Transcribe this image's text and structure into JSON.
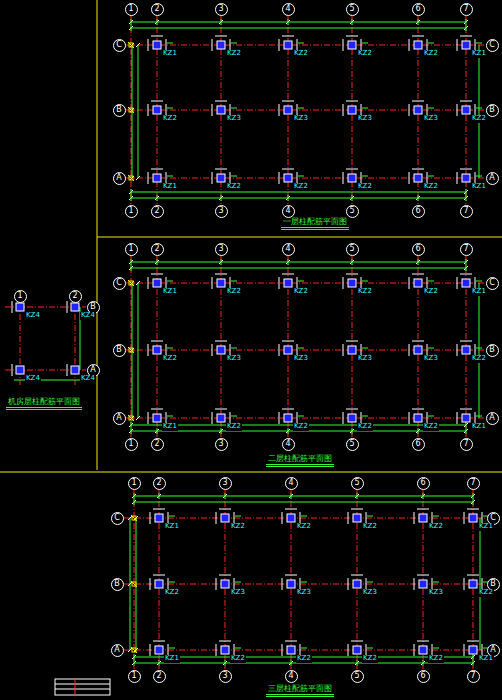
{
  "diagram": {
    "nodes": [
      {
        "text": [
          "1"
        ]
      },
      {
        "text": [
          "2"
        ]
      },
      {
        "text": [
          "3"
        ]
      },
      {
        "text": [
          "4"
        ]
      },
      {
        "text": [
          "5"
        ]
      },
      {
        "text": [
          "6"
        ]
      },
      {
        "text": [
          "7"
        ]
      },
      {
        "text": [
          "C"
        ]
      },
      {
        "text": [
          "C"
        ]
      },
      {
        "text": [
          "B"
        ]
      },
      {
        "text": [
          "B"
        ]
      },
      {
        "text": [
          "A"
        ]
      },
      {
        "text": [
          "A"
        ]
      },
      {
        "text": [
          "1"
        ]
      },
      {
        "text": [
          "2"
        ]
      },
      {
        "text": [
          "3"
        ]
      },
      {
        "text": [
          "4"
        ]
      },
      {
        "text": [
          "5"
        ]
      },
      {
        "text": [
          "6"
        ]
      },
      {
        "text": [
          "7"
        ]
      },
      {
        "text": [
          "1"
        ]
      },
      {
        "text": [
          "2"
        ]
      },
      {
        "text": [
          "3"
        ]
      },
      {
        "text": [
          "4"
        ]
      },
      {
        "text": [
          "5"
        ]
      },
      {
        "text": [
          "6"
        ]
      },
      {
        "text": [
          "7"
        ]
      },
      {
        "text": [
          "C"
        ]
      },
      {
        "text": [
          "C"
        ]
      },
      {
        "text": [
          "B"
        ]
      },
      {
        "text": [
          "B"
        ]
      },
      {
        "text": [
          "A"
        ]
      },
      {
        "text": [
          "A"
        ]
      },
      {
        "text": [
          "1"
        ]
      },
      {
        "text": [
          "2"
        ]
      },
      {
        "text": [
          "3"
        ]
      },
      {
        "text": [
          "4"
        ]
      },
      {
        "text": [
          "5"
        ]
      },
      {
        "text": [
          "6"
        ]
      },
      {
        "text": [
          "7"
        ]
      },
      {
        "text": [
          "1"
        ]
      },
      {
        "text": [
          "2"
        ]
      },
      {
        "text": [
          "3"
        ]
      },
      {
        "text": [
          "4"
        ]
      },
      {
        "text": [
          "5"
        ]
      },
      {
        "text": [
          "6"
        ]
      },
      {
        "text": [
          "7"
        ]
      },
      {
        "text": [
          "C"
        ]
      },
      {
        "text": [
          "C"
        ]
      },
      {
        "text": [
          "B"
        ]
      },
      {
        "text": [
          "B"
        ]
      },
      {
        "text": [
          "A"
        ]
      },
      {
        "text": [
          "A"
        ]
      },
      {
        "text": [
          "1"
        ]
      },
      {
        "text": [
          "2"
        ]
      },
      {
        "text": [
          "3"
        ]
      },
      {
        "text": [
          "4"
        ]
      },
      {
        "text": [
          "5"
        ]
      },
      {
        "text": [
          "6"
        ]
      },
      {
        "text": [
          "7"
        ]
      },
      {
        "text": [
          "1"
        ]
      },
      {
        "text": [
          "2"
        ]
      },
      {
        "text": [
          "B"
        ]
      },
      {
        "text": [
          "A"
        ]
      }
    ],
    "labels": [
      "一层柱配筋平面图",
      "KZ1",
      "KZ2",
      "KZ2",
      "KZ2",
      "KZ2",
      "KZ1",
      "KZ2",
      "KZ3",
      "KZ3",
      "KZ3",
      "KZ3",
      "KZ2",
      "KZ1",
      "KZ2",
      "KZ2",
      "KZ2",
      "KZ2",
      "KZ1",
      "二层柱配筋平面图",
      "KZ1",
      "KZ2",
      "KZ2",
      "KZ2",
      "KZ2",
      "KZ1",
      "KZ2",
      "KZ3",
      "KZ3",
      "KZ3",
      "KZ3",
      "KZ2",
      "KZ1",
      "KZ2",
      "KZ2",
      "KZ2",
      "KZ2",
      "KZ1",
      "三层柱配筋平面图",
      "KZ1",
      "KZ2",
      "KZ2",
      "KZ2",
      "KZ2",
      "KZ1",
      "KZ2",
      "KZ3",
      "KZ3",
      "KZ3",
      "KZ3",
      "KZ2",
      "KZ1",
      "KZ2",
      "KZ2",
      "KZ2",
      "KZ2",
      "KZ1",
      "机房层柱配筋平面图",
      "KZ4",
      "KZ4",
      "KZ4",
      "KZ4"
    ]
  }
}
